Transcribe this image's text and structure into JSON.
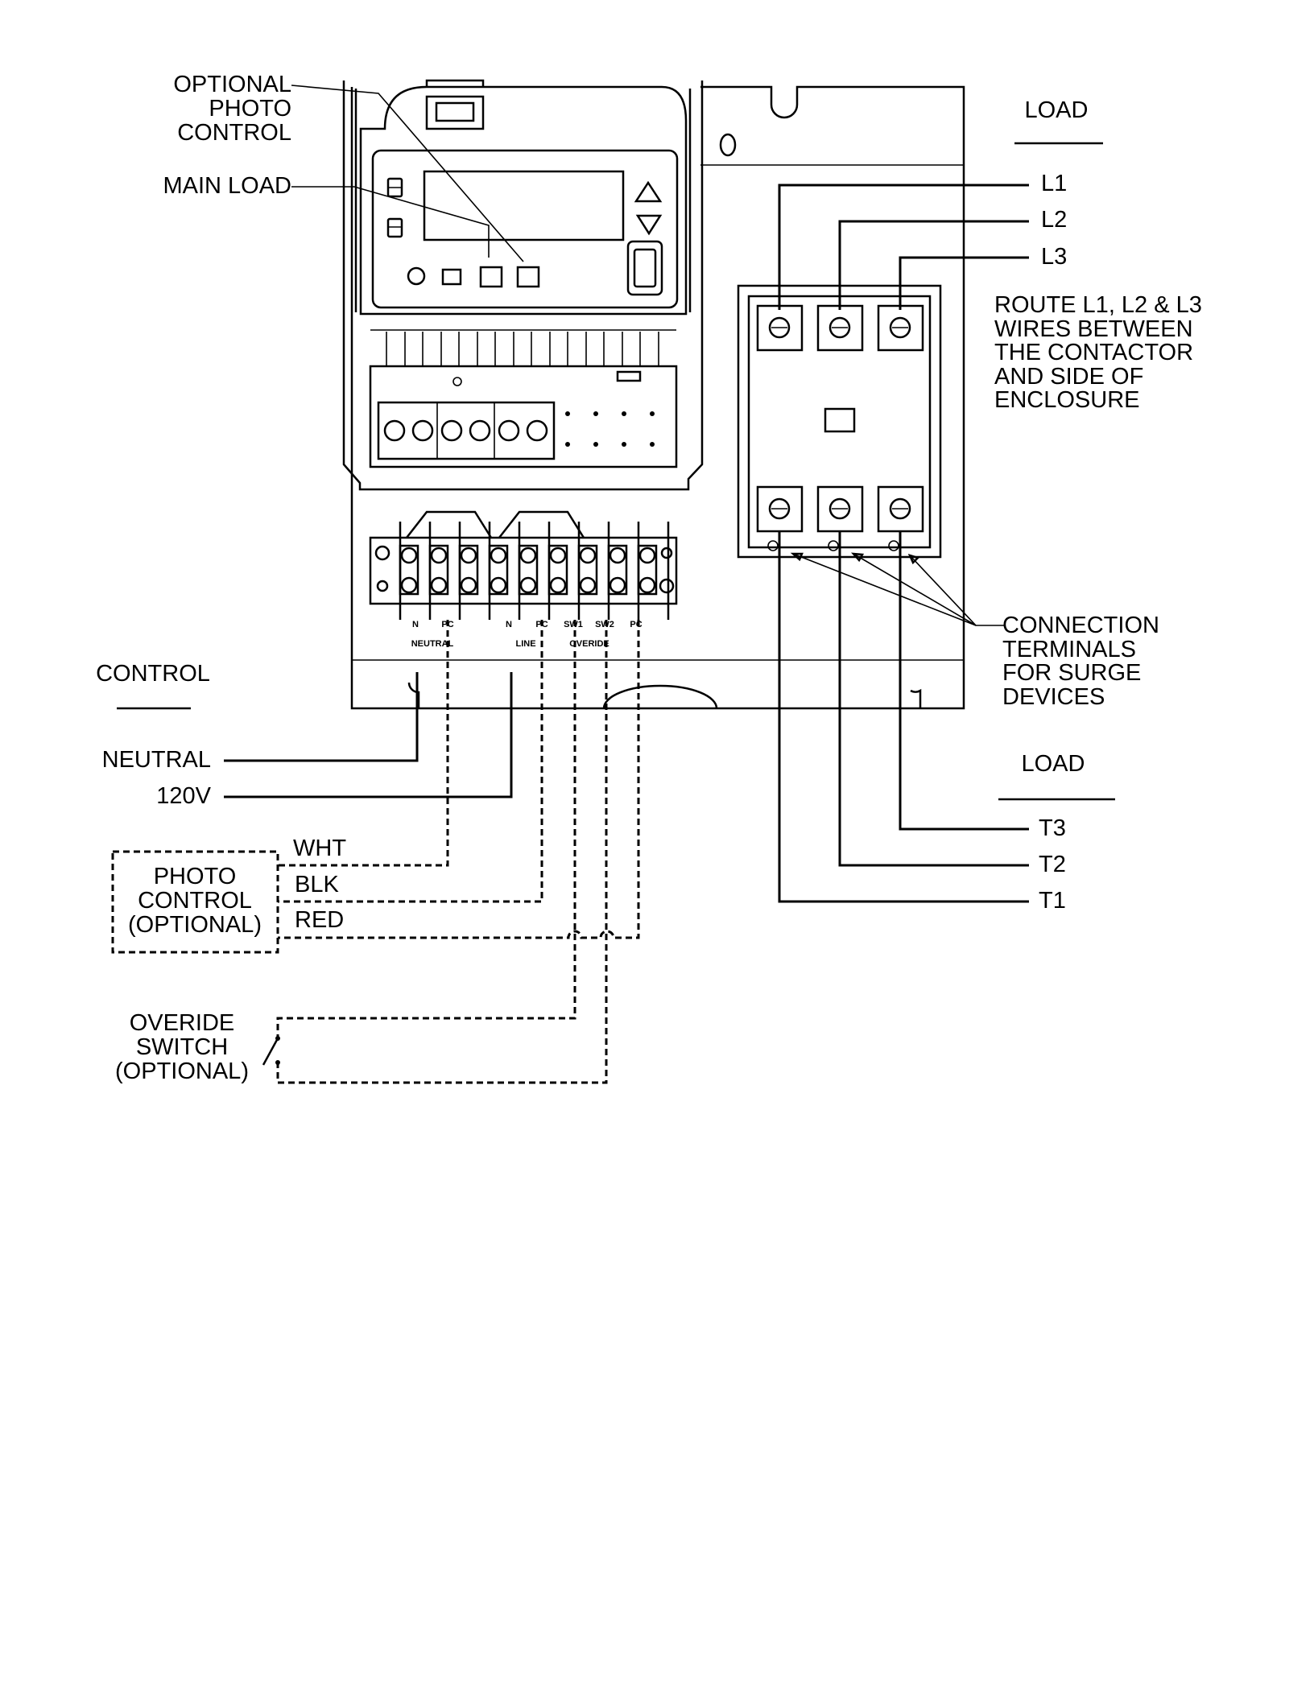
{
  "labels": {
    "optional_photo_control": [
      "OPTIONAL",
      "PHOTO",
      "CONTROL"
    ],
    "main_load": "MAIN LOAD",
    "load_top": "LOAD",
    "l1": "L1",
    "l2": "L2",
    "l3": "L3",
    "route_note": [
      "ROUTE L1, L2 & L3",
      "WIRES BETWEEN",
      "THE CONTACTOR",
      "AND SIDE OF",
      "ENCLOSURE"
    ],
    "control": "CONTROL",
    "neutral": "NEUTRAL",
    "v120": "120V",
    "connection_note": [
      "CONNECTION",
      "TERMINALS",
      "FOR SURGE",
      "DEVICES"
    ],
    "load_bottom": "LOAD",
    "t1": "T1",
    "t2": "T2",
    "t3": "T3",
    "wht": "WHT",
    "blk": "BLK",
    "red": "RED",
    "photo_control_box": [
      "PHOTO",
      "CONTROL",
      "(OPTIONAL)"
    ],
    "override_switch": [
      "OVERIDE",
      "SWITCH",
      "(OPTIONAL)"
    ]
  },
  "terminal_block": {
    "terminal_marks": [
      "N",
      "PC",
      "N",
      "PC",
      "SW1",
      "SW2",
      "PC"
    ],
    "groups": [
      "NEUTRAL",
      "LINE",
      "OVERIDE"
    ]
  },
  "icons": {
    "timer_display": "lcd-display-icon",
    "up_button": "triangle-up-icon",
    "down_button": "triangle-down-icon",
    "usb_port": "usb-port-icon",
    "switch": "switch-icon"
  }
}
